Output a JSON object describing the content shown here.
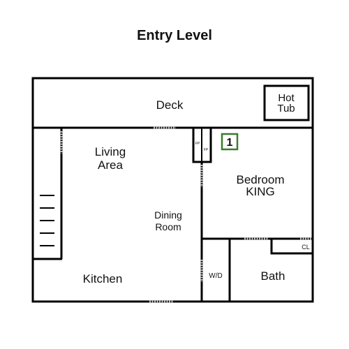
{
  "title": "Entry Level",
  "rooms": {
    "deck": "Deck",
    "hot_tub_line1": "Hot",
    "hot_tub_line2": "Tub",
    "living_line1": "Living",
    "living_line2": "Area",
    "bedroom_line1": "Bedroom",
    "bedroom_line2": "KING",
    "dining_line1": "Dining",
    "dining_line2": "Room",
    "kitchen": "Kitchen",
    "wd": "W/D",
    "bath": "Bath",
    "closet": "CL",
    "fireplace_a": "FP",
    "fireplace_b": "FP"
  },
  "badge": {
    "number": "1",
    "color": "#3a7d2c"
  },
  "colors": {
    "wall": "#000000",
    "door": "#bbbbbb"
  }
}
